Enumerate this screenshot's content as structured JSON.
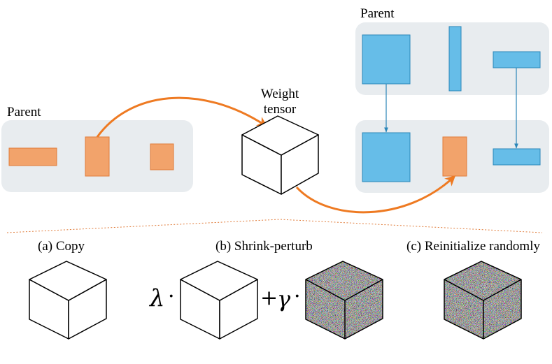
{
  "labels": {
    "parent_left": "Parent",
    "parent_top_right": "Parent",
    "weight_tensor": "Weight\ntensor",
    "copy": "(a) Copy",
    "shrink_perturb": "(b) Shrink-perturb",
    "reinitialize": "(c) Reinitialize randomly"
  },
  "formula": {
    "lambda": "λ",
    "gamma": "γ",
    "dot": "·",
    "plus": "+"
  },
  "colors": {
    "panel_bg": "#e8ecef",
    "orange_fill": "#f2a36b",
    "orange_stroke": "#e07b39",
    "arrow_orange": "#ee7a22",
    "blue_fill": "#66bde8",
    "blue_stroke": "#2a86b8",
    "divider": "#e07b39"
  }
}
